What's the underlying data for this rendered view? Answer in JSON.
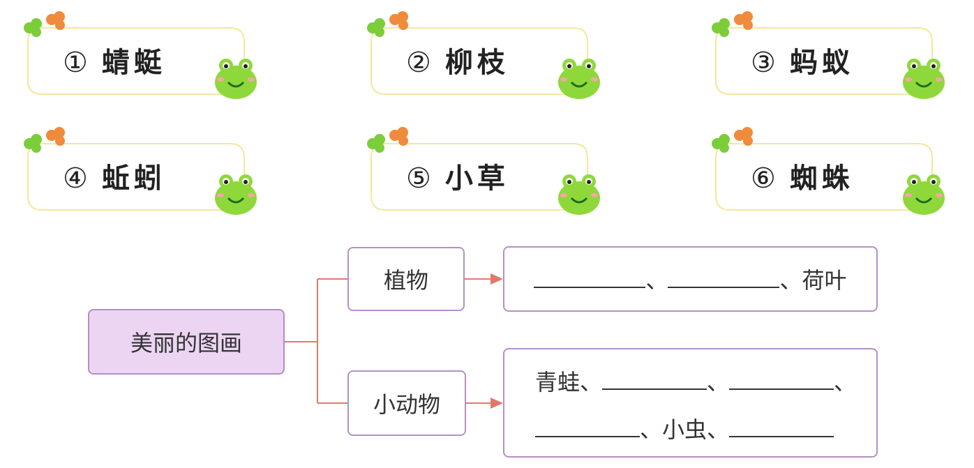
{
  "cards": [
    {
      "num": "①",
      "word": "蜻蜓"
    },
    {
      "num": "②",
      "word": "柳枝"
    },
    {
      "num": "③",
      "word": "蚂蚁"
    },
    {
      "num": "④",
      "word": "蚯蚓"
    },
    {
      "num": "⑤",
      "word": "小草"
    },
    {
      "num": "⑥",
      "word": "蜘蛛"
    }
  ],
  "mindmap": {
    "root": "美丽的图画",
    "branches": [
      {
        "label": "植物",
        "answer": {
          "sep1": "、",
          "sep2": "、",
          "tail": "荷叶"
        }
      },
      {
        "label": "小动物",
        "answer": {
          "head": "青蛙",
          "sep1": "、",
          "sep2": "、",
          "sep3": "、",
          "mid": "小虫",
          "sep4": "、"
        }
      }
    ]
  },
  "colors": {
    "card_border": "#f4e79b",
    "frog": "#8fd83b",
    "leaf_green": "#7ccd3a",
    "leaf_orange": "#f08a3c",
    "root_fill": "#ecd5f3",
    "box_border": "#b58fc6",
    "connector": "#e07a68"
  }
}
